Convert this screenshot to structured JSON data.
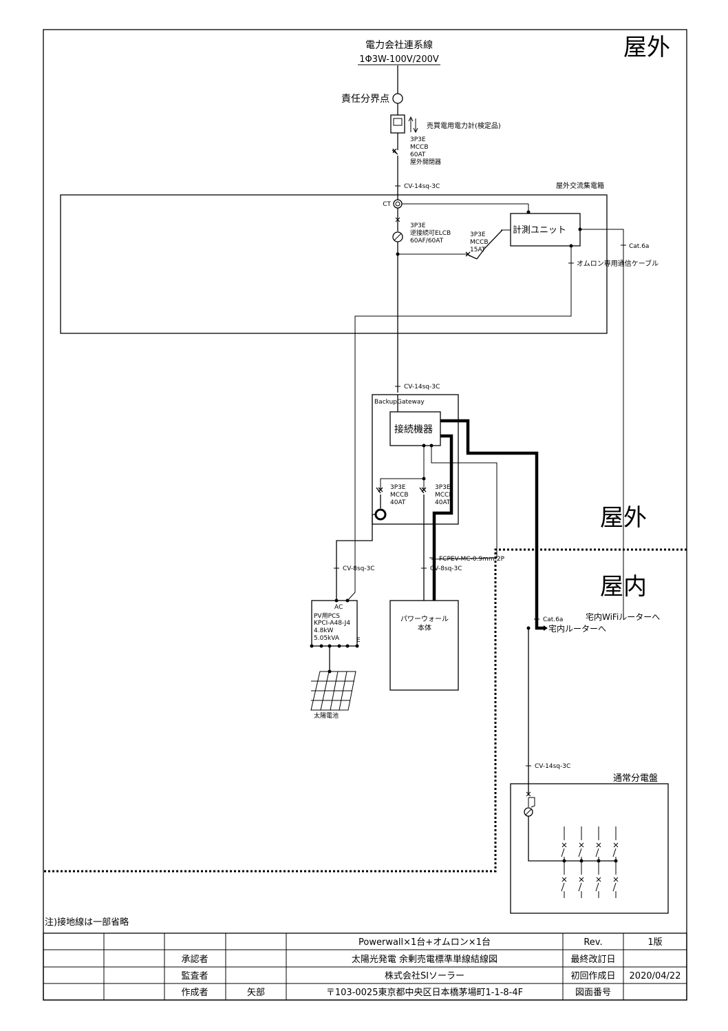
{
  "zones": {
    "outdoor_top": "屋外",
    "outdoor": "屋外",
    "indoor": "屋内"
  },
  "grid": {
    "title": "電力会社連系線",
    "spec": "1Φ3W-100V/200V",
    "boundary": "責任分界点",
    "meter": "売買電用電力計(検定品)",
    "breaker": [
      "3P3E",
      "MCCB",
      "60AT",
      "屋外開閉器"
    ],
    "cable1": "CV-14sq-3C"
  },
  "ac_panel": {
    "title": "屋外交流集電箱",
    "ct": "CT",
    "elcb": [
      "3P3E",
      "逆接続可ELCB",
      "60AF/60AT"
    ],
    "mccb": [
      "3P3E",
      "MCCB",
      "15AT"
    ],
    "unit": "計測ユニット",
    "cat": "Cat.6a",
    "omron_cable": "オムロン専用通信ケーブル"
  },
  "gateway": {
    "cable": "CV-14sq-3C",
    "title": "BackupGateway",
    "device": "接続機器",
    "mccb_left": [
      "3P3E",
      "MCCB",
      "40AT"
    ],
    "mccb_right": [
      "3P3E",
      "MCCB",
      "40AT"
    ]
  },
  "wiring": {
    "cv8_left": "CV-8sq-3C",
    "fcpev": "FCPEV-MC-0.9mm-2P",
    "cv8_right": "CV-8sq-3C",
    "cat_indoor": "Cat.6a",
    "router_wifi": "宅内WiFiルーターへ",
    "router": "宅内ルーターへ"
  },
  "pcs": {
    "ac": "AC",
    "lines": [
      "PV用PCS",
      "KPCI-A48-J4",
      "4.8kW",
      "5.05kVA"
    ],
    "e": "E",
    "solar": "太陽電池"
  },
  "powerwall": {
    "lines": [
      "パワーウォール",
      "本体"
    ]
  },
  "dist": {
    "cable": "CV-14sq-3C",
    "title": "通常分電盤"
  },
  "note": "注)接地線は一部省略",
  "title_block": {
    "row1_title": "Powerwall×1台+オムロン×1台",
    "rev_label": "Rev.",
    "rev_value": "1版",
    "approver_label": "承認者",
    "row2_title": "太陽光発電 余剰売電標準単線結線図",
    "last_rev_label": "最終改訂日",
    "checker_label": "監査者",
    "company": "株式会社SIソーラー",
    "created_label": "初回作成日",
    "created_value": "2020/04/22",
    "author_label": "作成者",
    "author_name": "矢部",
    "address": "〒103-0025東京都中央区日本橋茅場町1-1-8-4F",
    "drawing_no_label": "図面番号"
  }
}
